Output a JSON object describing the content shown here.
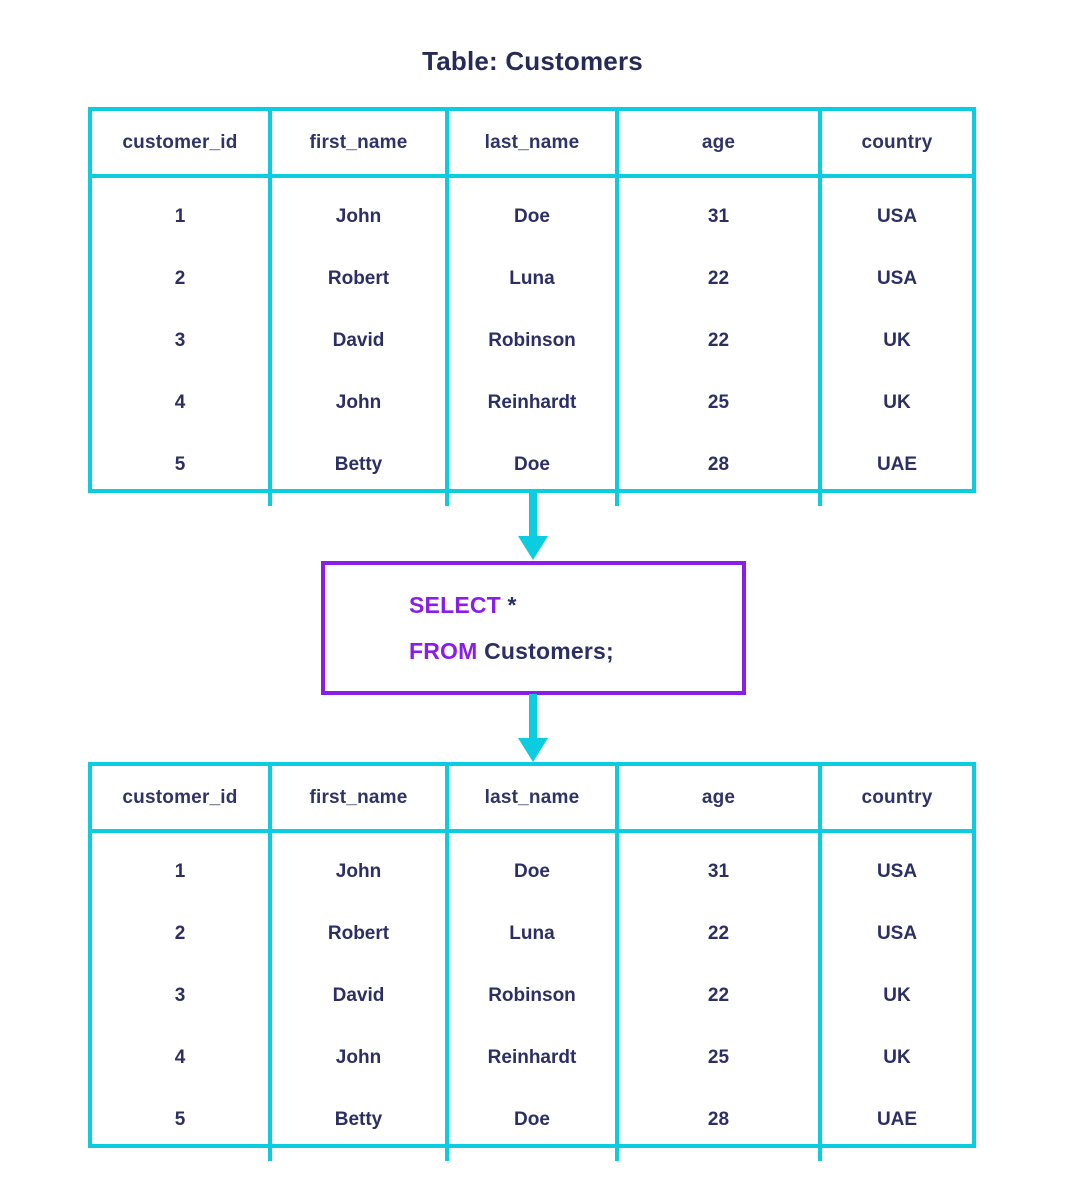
{
  "title": "Table: Customers",
  "colors": {
    "table_border": "#0ccde0",
    "arrow": "#0ccde0",
    "query_border": "#8a1ee8",
    "keyword": "#8a1ee8",
    "text": "#2b2f63",
    "title": "#262a56",
    "background": "#ffffff"
  },
  "table": {
    "columns": [
      "customer_id",
      "first_name",
      "last_name",
      "age",
      "country"
    ],
    "rows": [
      [
        "1",
        "John",
        "Doe",
        "31",
        "USA"
      ],
      [
        "2",
        "Robert",
        "Luna",
        "22",
        "USA"
      ],
      [
        "3",
        "David",
        "Robinson",
        "22",
        "UK"
      ],
      [
        "4",
        "John",
        "Reinhardt",
        "25",
        "UK"
      ],
      [
        "5",
        "Betty",
        "Doe",
        "28",
        "UAE"
      ]
    ]
  },
  "query": {
    "line1_keyword": "SELECT",
    "line1_rest": "*",
    "line2_keyword": "FROM",
    "line2_rest": "Customers;"
  },
  "arrows": {
    "top": "down-arrow-icon",
    "bottom": "down-arrow-icon"
  },
  "result": {
    "columns": [
      "customer_id",
      "first_name",
      "last_name",
      "age",
      "country"
    ],
    "rows": [
      [
        "1",
        "John",
        "Doe",
        "31",
        "USA"
      ],
      [
        "2",
        "Robert",
        "Luna",
        "22",
        "USA"
      ],
      [
        "3",
        "David",
        "Robinson",
        "22",
        "UK"
      ],
      [
        "4",
        "John",
        "Reinhardt",
        "25",
        "UK"
      ],
      [
        "5",
        "Betty",
        "Doe",
        "28",
        "UAE"
      ]
    ]
  }
}
